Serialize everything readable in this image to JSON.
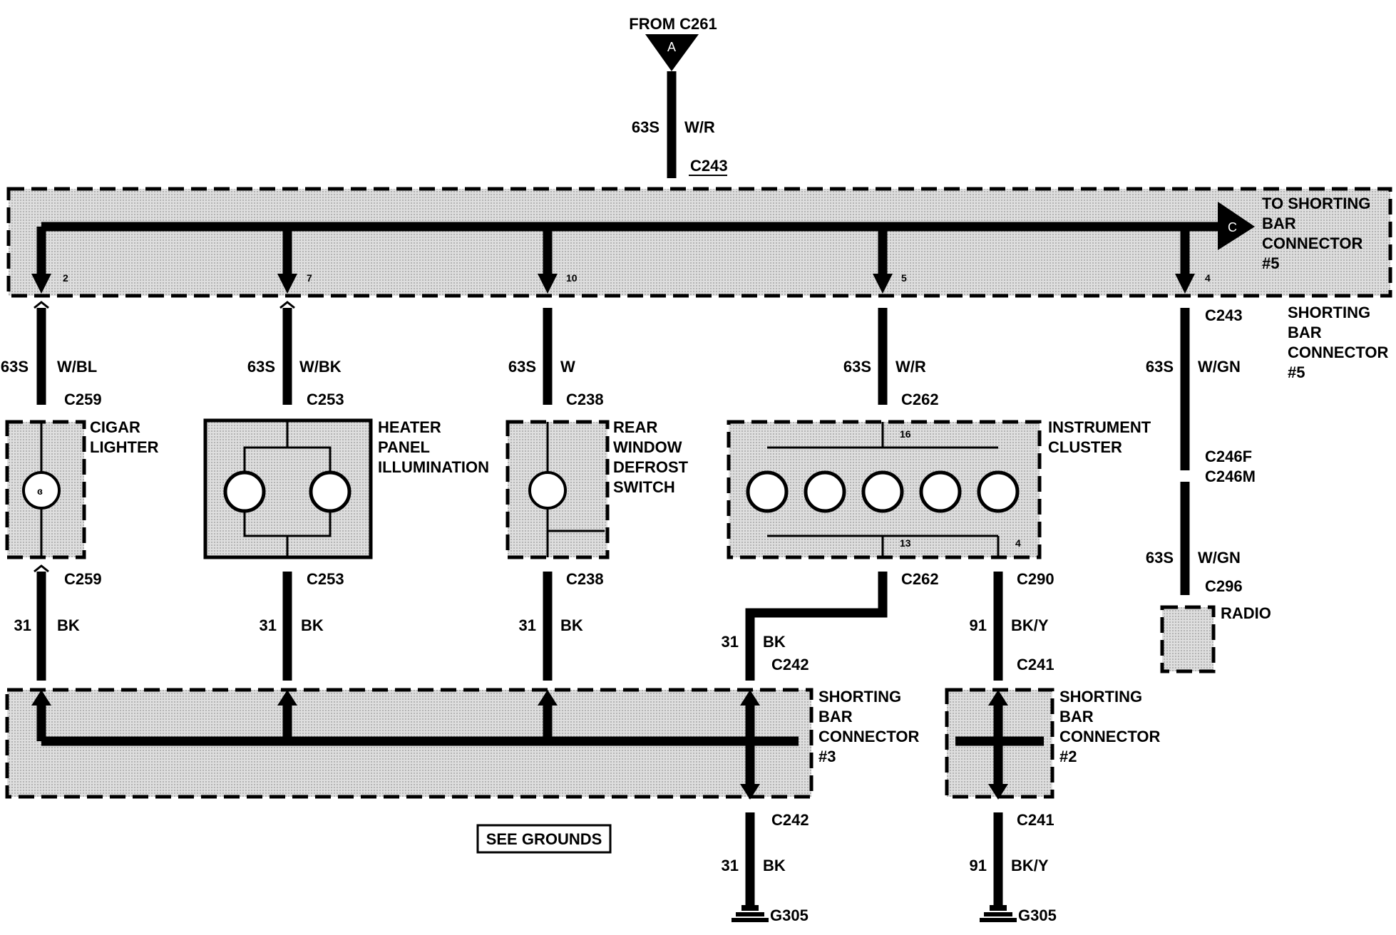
{
  "source": {
    "from_label": "FROM C261",
    "connector_letter": "A",
    "circuit": "63S",
    "color": "W/R",
    "connector": "C243"
  },
  "shorting_bar_5": {
    "to_label_lines": [
      "TO SHORTING",
      "BAR",
      "CONNECTOR",
      "#5"
    ],
    "connector_letter": "C",
    "side_label_lines": [
      "SHORTING",
      "BAR",
      "CONNECTOR",
      "#5"
    ]
  },
  "branches": [
    {
      "pin": "2",
      "circuit": "63S",
      "color": "W/BL",
      "connector": "C259",
      "component_lines": [
        "CIGAR",
        "LIGHTER"
      ],
      "gnd_connector": "C259",
      "gnd_circuit": "31",
      "gnd_color": "BK"
    },
    {
      "pin": "7",
      "circuit": "63S",
      "color": "W/BK",
      "connector": "C253",
      "component_lines": [
        "HEATER",
        "PANEL",
        "ILLUMINATION"
      ],
      "gnd_connector": "C253",
      "gnd_circuit": "31",
      "gnd_color": "BK"
    },
    {
      "pin": "10",
      "circuit": "63S",
      "color": "W",
      "connector": "C238",
      "component_lines": [
        "REAR",
        "WINDOW",
        "DEFROST",
        "SWITCH"
      ],
      "gnd_connector": "C238",
      "gnd_circuit": "31",
      "gnd_color": "BK"
    },
    {
      "pin": "5",
      "circuit": "63S",
      "color": "W/R",
      "connector": "C262",
      "component_lines": [
        "INSTRUMENT",
        "CLUSTER"
      ],
      "cluster_pins": [
        "16",
        "13",
        "4"
      ],
      "gnd_connector": "C262",
      "gnd_circuit": "31",
      "gnd_color": "BK",
      "gnd2_connector": "C290",
      "gnd2_circuit": "91",
      "gnd2_color": "BK/Y"
    },
    {
      "pin": "4",
      "connector_top": "C243",
      "circuit": "63S",
      "color": "W/GN",
      "inline_connectors": [
        "C246F",
        "C246M"
      ],
      "circuit2": "63S",
      "color2": "W/GN",
      "connector": "C296",
      "component_lines": [
        "RADIO"
      ]
    }
  ],
  "shorting_bar_3": {
    "connector": "C242",
    "circuit": "31",
    "color": "BK",
    "label_lines": [
      "SHORTING",
      "BAR",
      "CONNECTOR",
      "#3"
    ],
    "out_connector": "C242",
    "out_circuit": "31",
    "out_color": "BK",
    "ground": "G305"
  },
  "shorting_bar_2": {
    "connector": "C241",
    "label_lines": [
      "SHORTING",
      "BAR",
      "CONNECTOR",
      "#2"
    ],
    "out_connector": "C241",
    "out_circuit": "91",
    "out_color": "BK/Y",
    "ground": "G305"
  },
  "see_grounds": "SEE GROUNDS"
}
